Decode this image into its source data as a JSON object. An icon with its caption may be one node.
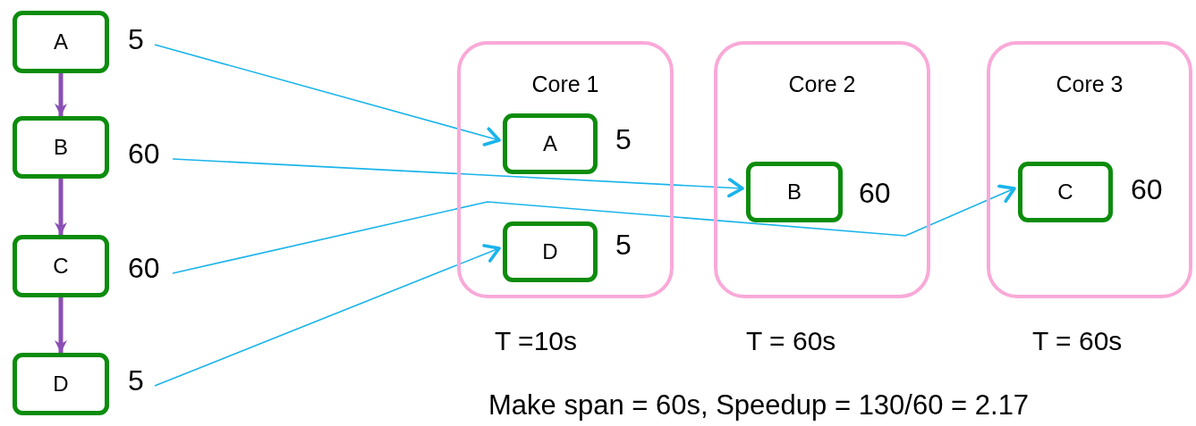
{
  "diagram": {
    "nodes": [
      {
        "text": [
          "A"
        ]
      },
      {
        "text": [
          "B"
        ]
      },
      {
        "text": [
          "C"
        ]
      },
      {
        "text": [
          "D"
        ]
      },
      {
        "text": [
          "5"
        ]
      },
      {
        "text": [
          "60"
        ]
      },
      {
        "text": [
          "60"
        ]
      },
      {
        "text": [
          "5"
        ]
      },
      {
        "text": [
          "Core 1"
        ],
        "beside": [
          "T =10s"
        ]
      },
      {
        "text": [
          "A"
        ],
        "in": 8,
        "beside": [
          "5"
        ]
      },
      {
        "text": [
          "D"
        ],
        "in": 8,
        "beside": [
          "5"
        ]
      },
      {
        "text": [
          "Core 2"
        ],
        "beside": [
          "T = 60s"
        ]
      },
      {
        "text": [
          "B"
        ],
        "in": 11,
        "beside": [
          "60"
        ]
      },
      {
        "text": [
          "Core 3"
        ],
        "beside": [
          "T = 60s"
        ]
      },
      {
        "text": [
          "C"
        ],
        "in": 13,
        "beside": [
          "60"
        ]
      }
    ],
    "edges": [
      {
        "from": 0,
        "to": 1,
        "arrow": "to",
        "style": "thick",
        "color": "#8a4fb5"
      },
      {
        "from": 1,
        "to": 2,
        "arrow": "to",
        "style": "thick",
        "color": "#8a4fb5"
      },
      {
        "from": 2,
        "to": 3,
        "arrow": "to",
        "style": "thick",
        "color": "#8a4fb5"
      },
      {
        "from": 4,
        "to": 9,
        "arrow": "to"
      },
      {
        "from": 5,
        "to": 12,
        "arrow": "to"
      },
      {
        "from": 6,
        "to": 14,
        "arrow": "to"
      },
      {
        "from": 7,
        "to": 10,
        "arrow": "to"
      }
    ],
    "labels": [
      "Make span = 60s, Speedup = 130/60 = 2.17"
    ]
  }
}
